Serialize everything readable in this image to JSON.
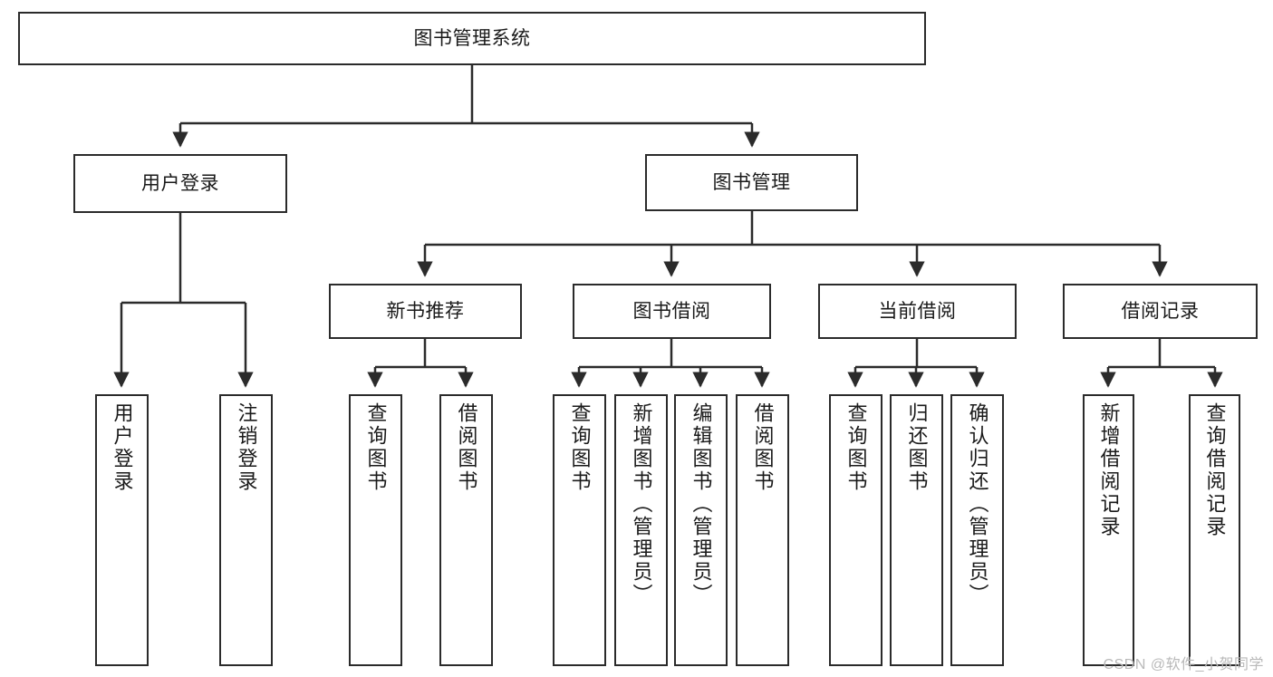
{
  "diagram": {
    "title": "图书管理系统",
    "type": "tree-hierarchy",
    "watermark": "CSDN @软件_小贺同学",
    "colors": {
      "stroke": "#2b2b2b",
      "fill": "#ffffff",
      "text": "#1a1a1a",
      "watermark": "#b9b9b9"
    },
    "nodes": {
      "root": {
        "label": "图书管理系统",
        "level": 1
      },
      "user_login": {
        "label": "用户登录",
        "level": 2
      },
      "book_manage": {
        "label": "图书管理",
        "level": 2
      },
      "new_book_rec": {
        "label": "新书推荐",
        "level": 3
      },
      "book_borrow": {
        "label": "图书借阅",
        "level": 3
      },
      "current_borrow": {
        "label": "当前借阅",
        "level": 3
      },
      "borrow_record": {
        "label": "借阅记录",
        "level": 3
      },
      "leaf_user_login": {
        "label": "用户登录",
        "level": 4
      },
      "leaf_logout": {
        "label": "注销登录",
        "level": 4
      },
      "leaf_query_book_1": {
        "label": "查询图书",
        "level": 4
      },
      "leaf_borrow_book_1": {
        "label": "借阅图书",
        "level": 4
      },
      "leaf_query_book_2": {
        "label": "查询图书",
        "level": 4
      },
      "leaf_add_book": {
        "label": "新增图书（管理员）",
        "level": 4
      },
      "leaf_edit_book": {
        "label": "编辑图书（管理员）",
        "level": 4
      },
      "leaf_borrow_book_2": {
        "label": "借阅图书",
        "level": 4
      },
      "leaf_query_book_3": {
        "label": "查询图书",
        "level": 4
      },
      "leaf_return_book": {
        "label": "归还图书",
        "level": 4
      },
      "leaf_confirm_return": {
        "label": "确认归还（管理员）",
        "level": 4
      },
      "leaf_add_record": {
        "label": "新增借阅记录",
        "level": 4
      },
      "leaf_query_record": {
        "label": "查询借阅记录",
        "level": 4
      }
    }
  }
}
